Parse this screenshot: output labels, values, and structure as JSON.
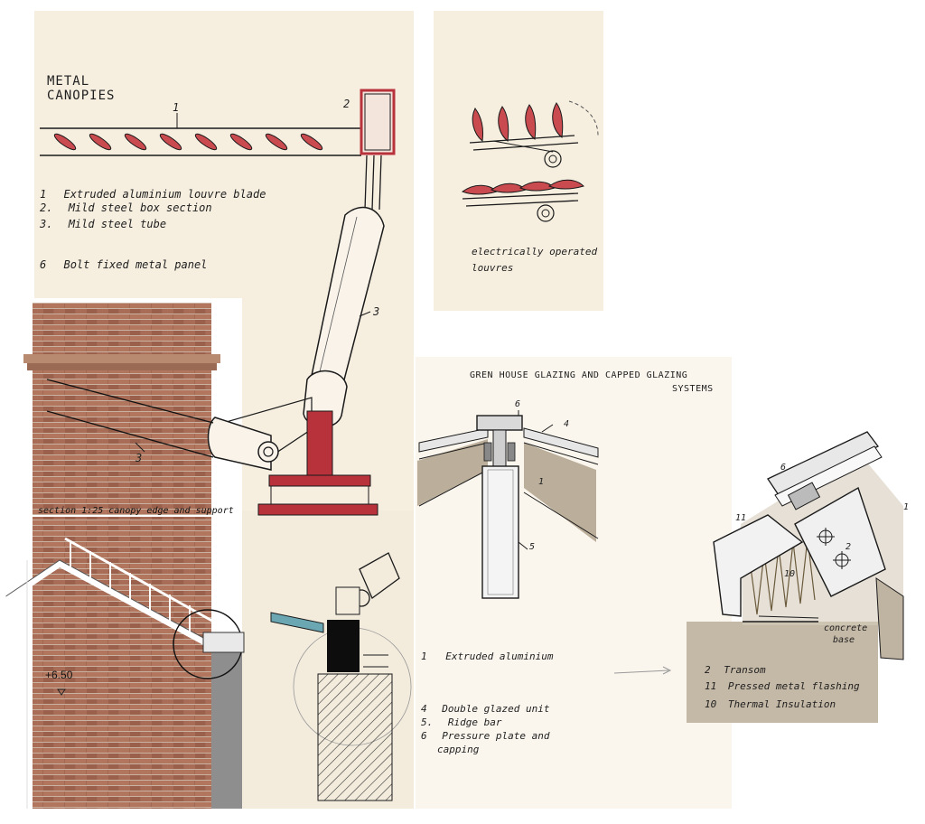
{
  "canopy": {
    "title_line1": "METAL",
    "title_line2": "CANOPIES",
    "callouts": {
      "c1": "1",
      "c2": "2",
      "c3": "3",
      "c3b": "3"
    },
    "legend": [
      {
        "num": "1",
        "text": "Extruded aluminium louvre blade"
      },
      {
        "num": "2.",
        "text": "Mild steel box section"
      },
      {
        "num": "3.",
        "text": "Mild steel tube"
      },
      {
        "num": "6",
        "text": "Bolt fixed metal panel"
      }
    ],
    "section_note": "section 1:25   canopy edge and support",
    "level": "+6.50"
  },
  "louvres": {
    "note_line1": "electrically operated",
    "note_line2": "louvres"
  },
  "glazing": {
    "title_line1": "GREN HOUSE GLAZING AND CAPPED GLAZING",
    "title_line2": "SYSTEMS",
    "callouts": {
      "c6": "6",
      "c4": "4",
      "c1": "1",
      "c5": "5"
    },
    "legend": [
      {
        "num": "1",
        "text": "Extruded aluminium"
      },
      {
        "num": "4",
        "text": "Double glazed unit"
      },
      {
        "num": "5.",
        "text": "Ridge bar"
      },
      {
        "num": "6",
        "text": "Pressure plate and"
      },
      {
        "num": "",
        "text": "capping"
      }
    ]
  },
  "capped": {
    "callouts": {
      "c6": "6",
      "c11": "11",
      "c10": "10",
      "c2": "2",
      "c1": "1"
    },
    "base_label_line1": "concrete",
    "base_label_line2": "base",
    "legend": [
      {
        "num": "2",
        "text": "Transom"
      },
      {
        "num": "11",
        "text": "Pressed metal flashing"
      },
      {
        "num": "10",
        "text": "Thermal Insulation"
      }
    ]
  },
  "colors": {
    "paper": "#f6efe0",
    "louvre_red": "#c94a4f",
    "brick": "#a26a55",
    "concrete": "#c4b8a6",
    "ink": "#1a1a1a",
    "steel_red": "#b8323b"
  }
}
